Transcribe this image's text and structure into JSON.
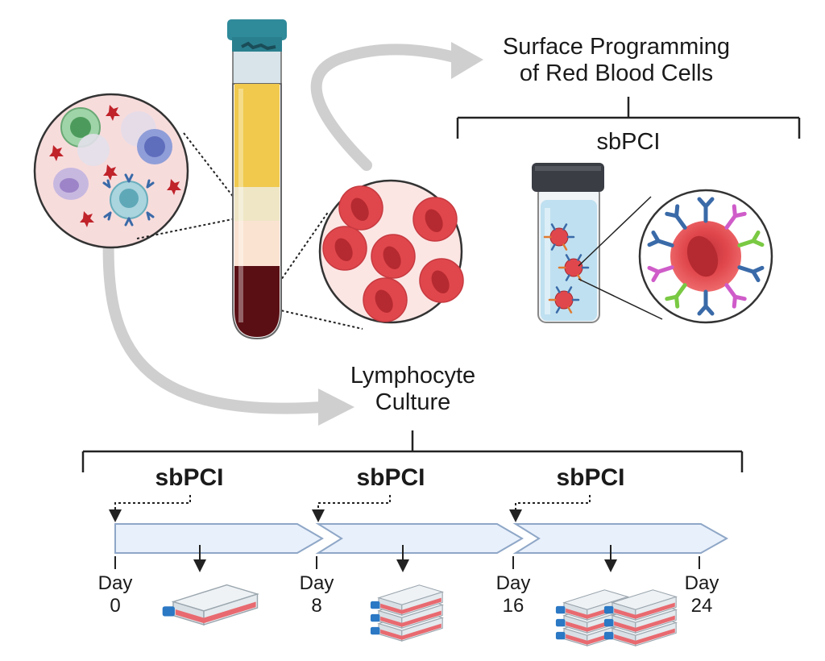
{
  "labels": {
    "surface_programming": [
      "Surface Programming",
      "of Red Blood Cells"
    ],
    "sbpci_top": "sbPCI",
    "lymphocyte_culture": [
      "Lymphocyte",
      "Culture"
    ],
    "sbpci_stage": [
      "sbPCI",
      "sbPCI",
      "sbPCI"
    ]
  },
  "timeline": {
    "days": [
      {
        "word": "Day",
        "num": "0"
      },
      {
        "word": "Day",
        "num": "8"
      },
      {
        "word": "Day",
        "num": "16"
      },
      {
        "word": "Day",
        "num": "24"
      }
    ],
    "flask_counts": [
      1,
      3,
      6
    ]
  },
  "colors": {
    "rbc": "#e0474c",
    "rbc_dark": "#b52a30",
    "plasma": "#f0c94d",
    "buffy": "#efe6c5",
    "blood": "#5a0f14",
    "tube_cap": "#2f8a9a",
    "arrow_grey": "#c9c9c9",
    "timeline_fill": "#e8f0fb",
    "timeline_stroke": "#8fa7c7",
    "vial_liquid": "#bfe0f0"
  },
  "icons": {
    "tube": "blood-collection-tube-icon",
    "wbc_circle": "white-blood-cells-magnified-icon",
    "rbc_circle": "red-blood-cells-magnified-icon",
    "vial": "programmed-rbc-vial-icon",
    "programmed_rbc": "antibody-coated-rbc-icon",
    "flask": "culture-flask-icon"
  }
}
